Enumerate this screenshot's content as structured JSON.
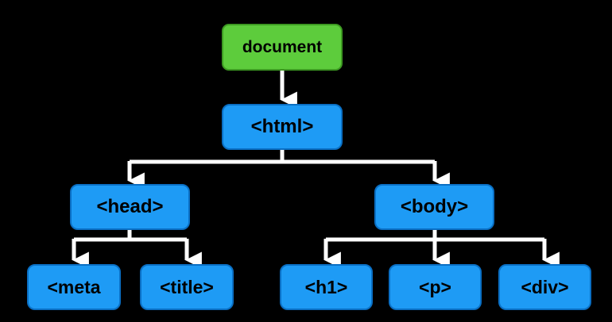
{
  "colors": {
    "background": "#000000",
    "root_fill": "#5dcc3c",
    "element_fill": "#1e9bf5",
    "connector": "#ffffff"
  },
  "tree": {
    "root": "document",
    "html": "<html>",
    "head": "<head>",
    "body": "<body>",
    "meta": "<meta",
    "title": "<title>",
    "h1": "<h1>",
    "p": "<p>",
    "div": "<div>"
  }
}
